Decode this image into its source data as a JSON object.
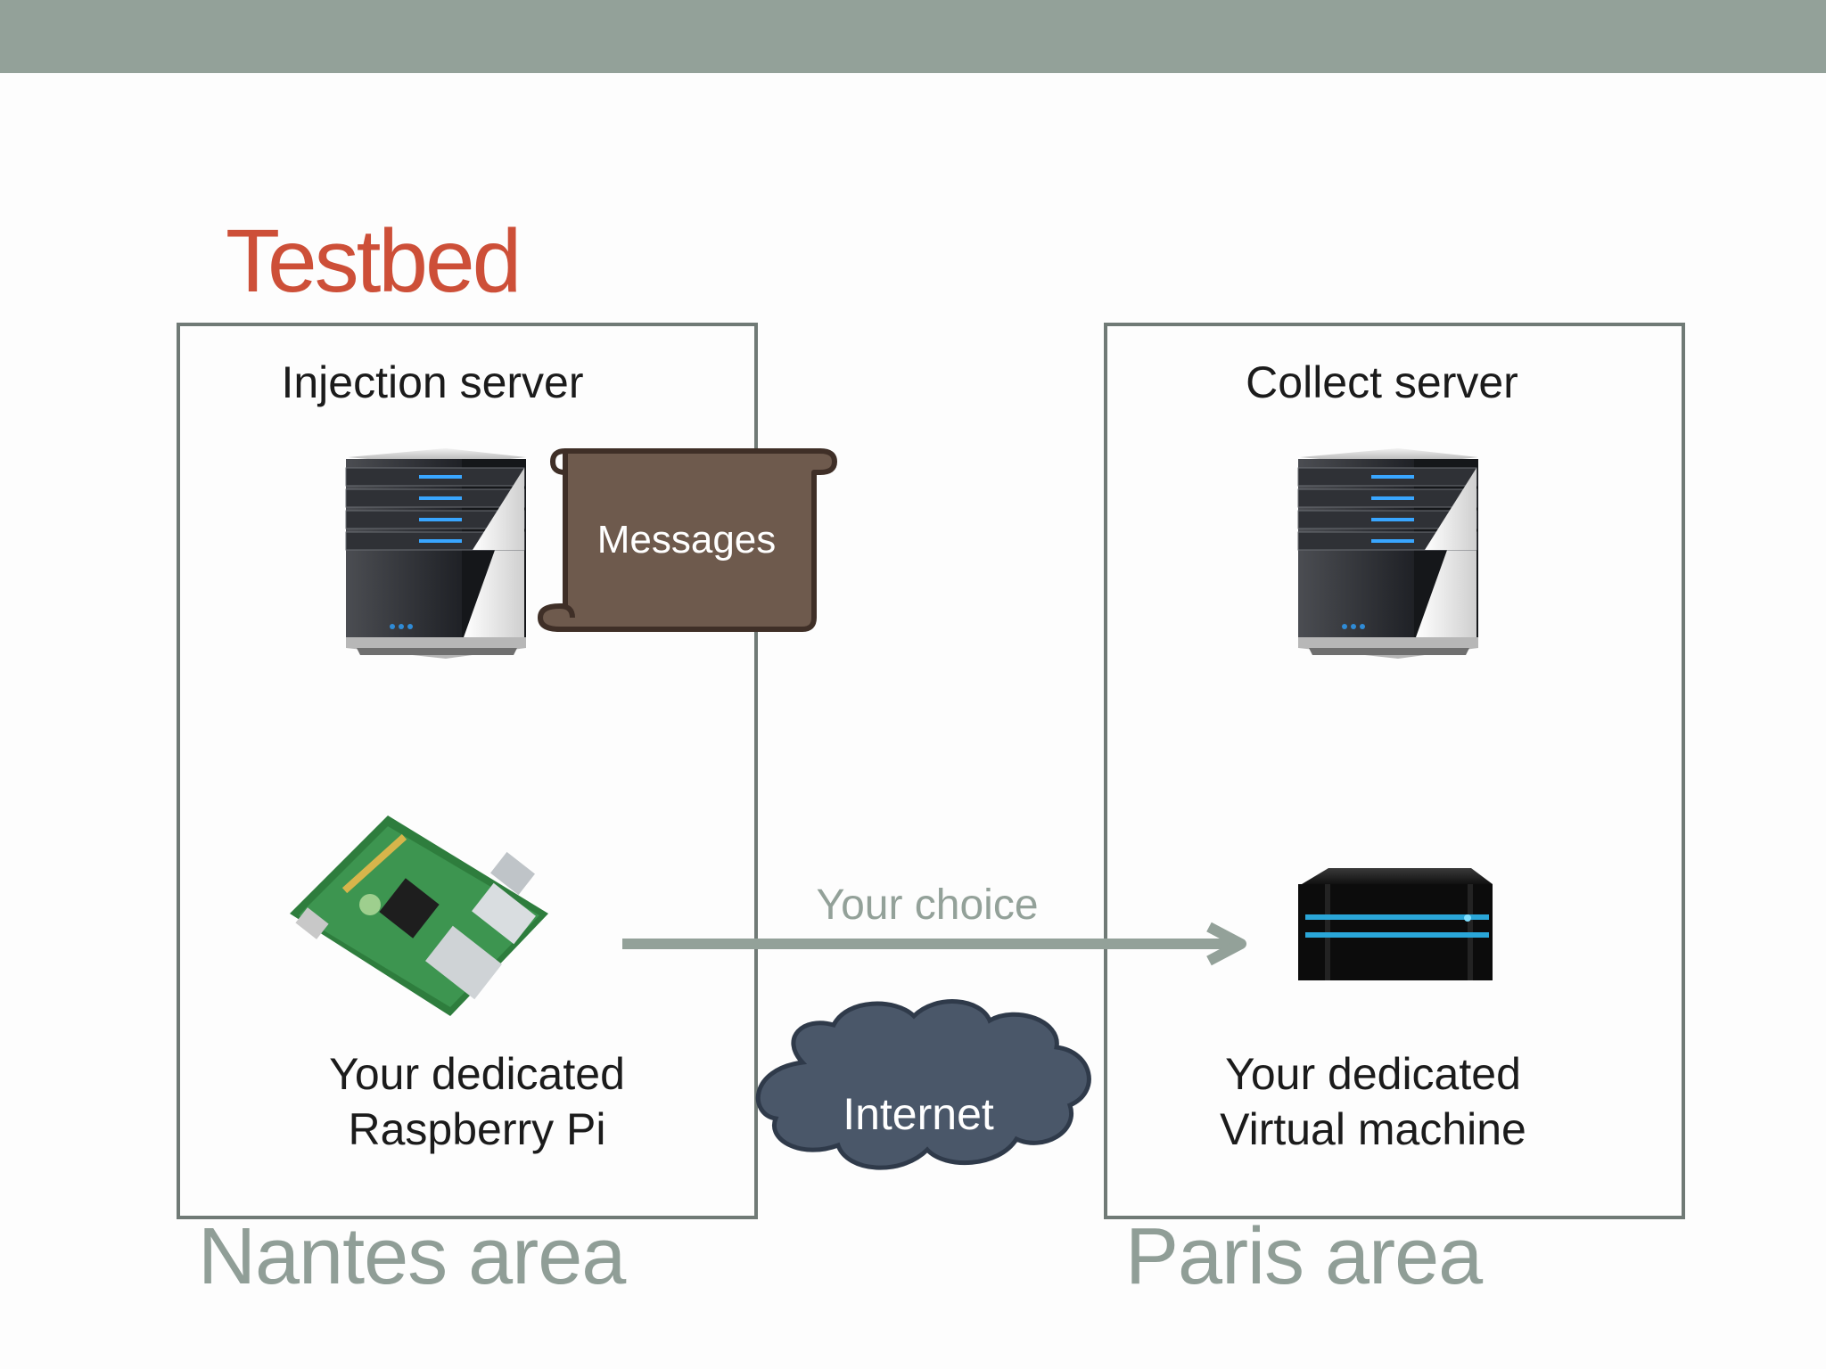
{
  "title": "Testbed",
  "left_box": {
    "title": "Injection server",
    "device_caption": [
      "Your dedicated",
      "Raspberry Pi"
    ],
    "area_label": "Nantes area"
  },
  "right_box": {
    "title": "Collect server",
    "device_caption": [
      "Your dedicated",
      "Virtual machine"
    ],
    "area_label": "Paris area"
  },
  "messages_label": "Messages",
  "arrow_label": "Your choice",
  "cloud_label": "Internet",
  "icons": [
    "server-icon",
    "server-icon",
    "raspberry-pi-icon",
    "virtual-machine-icon",
    "scroll-shape",
    "cloud-shape",
    "arrow"
  ],
  "colors": {
    "header_bar": "#93a199",
    "title": "#cd4f38",
    "area_label": "#909e97",
    "box_border": "#707a76",
    "scroll_fill": "#6e5a4d",
    "cloud_fill": "#4a5769",
    "arrow": "#93a199"
  }
}
